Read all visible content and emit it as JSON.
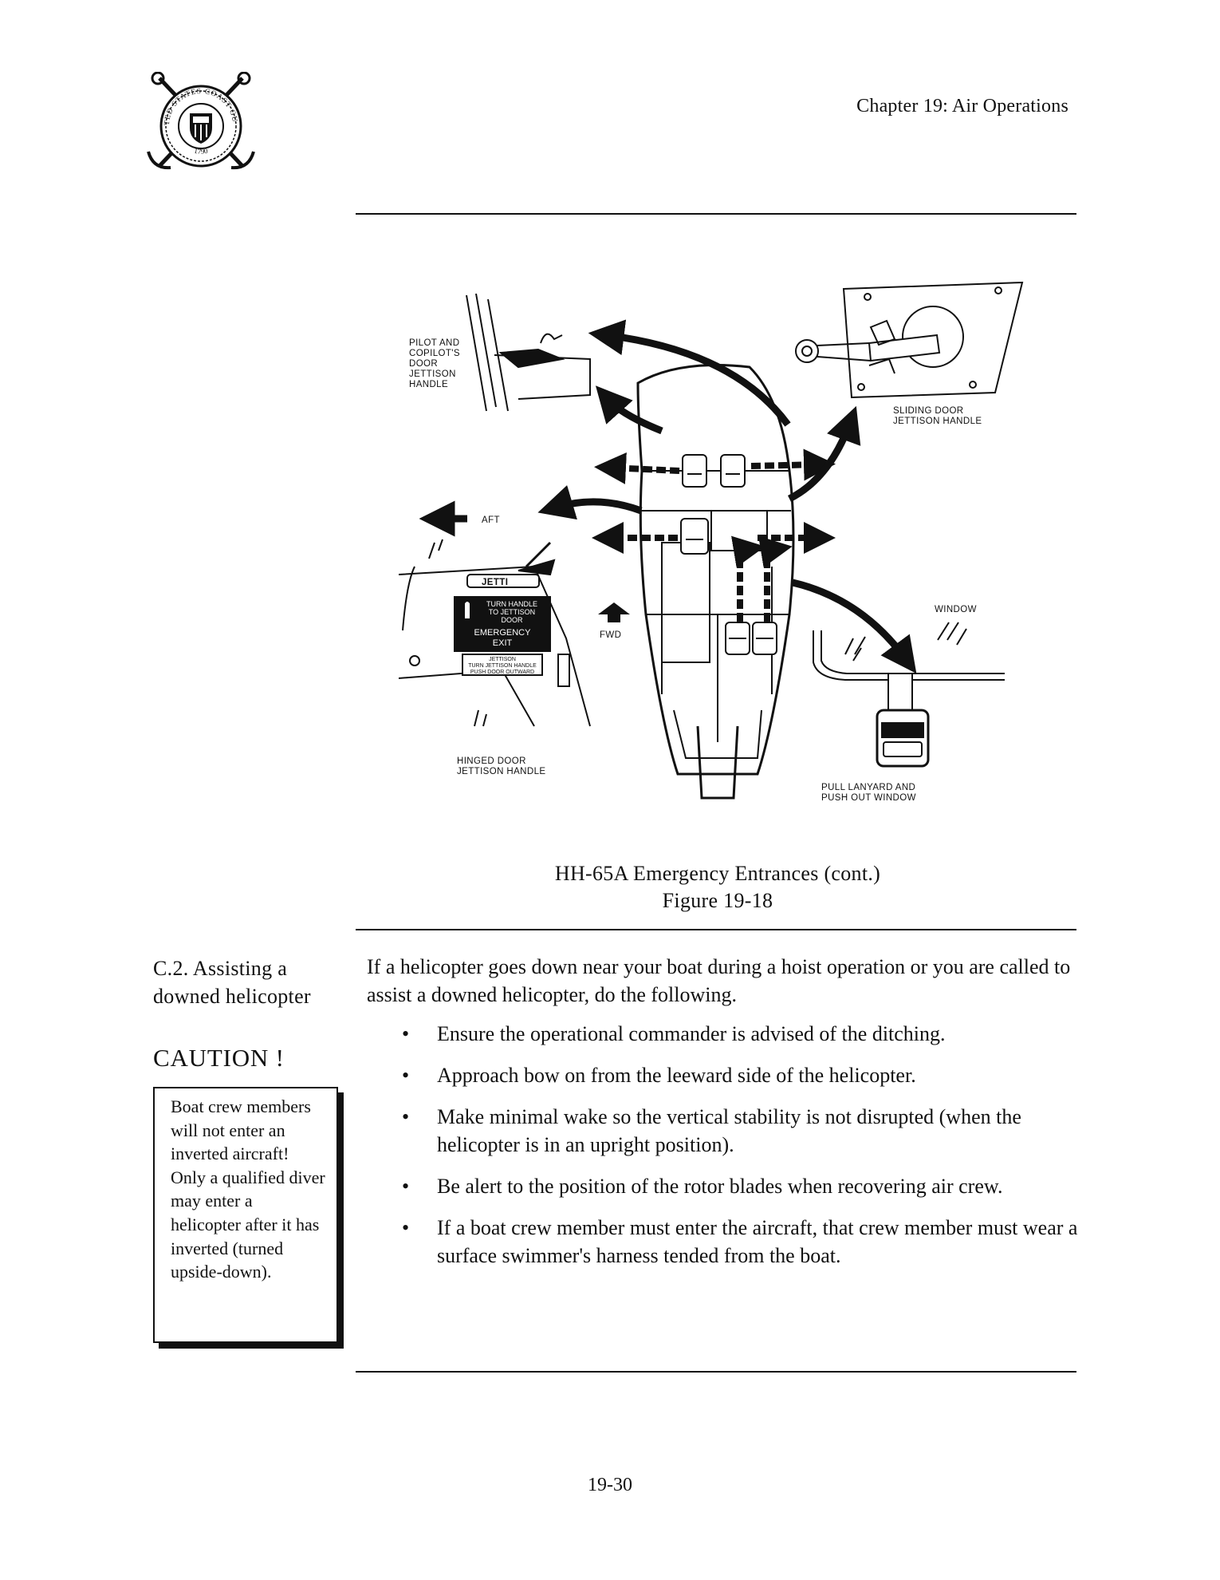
{
  "header": {
    "chapter": "Chapter 19:  Air Operations",
    "seal": {
      "icon": "coast-guard-seal-icon",
      "text_top": "UNITED STATES COAST GUARD",
      "text_bottom": "1790"
    }
  },
  "figure": {
    "labels": {
      "pilot_line1": "PILOT AND",
      "pilot_line2": "COPILOT'S",
      "pilot_line3": "DOOR",
      "pilot_line4": "JETTISON",
      "pilot_line5": "HANDLE",
      "sliding_line1": "SLIDING DOOR",
      "sliding_line2": "JETTISON HANDLE",
      "aft": "AFT",
      "fwd": "FWD",
      "window": "WINDOW",
      "hinged_line1": "HINGED DOOR",
      "hinged_line2": "JETTISON HANDLE",
      "pull_line1": "PULL LANYARD AND",
      "pull_line2": "PUSH OUT WINDOW",
      "jett": "JETTI",
      "sign_line1": "TURN HANDLE",
      "sign_line2": "TO JETTISON",
      "sign_line3": "DOOR",
      "sign_line4": "EMERGENCY",
      "sign_line5": "EXIT",
      "placard_line1": "JETTISON",
      "placard_line2": "TURN JETTISON HANDLE",
      "placard_line3": "PUSH DOOR OUTWARD"
    },
    "caption_line1": "HH-65A Emergency Entrances (cont.)",
    "caption_line2": "Figure 19-18"
  },
  "side": {
    "heading_line1": "C.2.  Assisting a",
    "heading_line2": "downed helicopter",
    "caution_title": "CAUTION !",
    "caution_text": "Boat crew members will not enter an inverted aircraft!  Only a qualified diver may enter a helicopter after it has inverted (turned upside-down)."
  },
  "body": {
    "intro": "If a helicopter goes down near your boat during a hoist operation or you are called to assist a downed helicopter, do the following.",
    "bullet_symbol": "•",
    "bullets": [
      "Ensure the operational commander is advised of the ditching.",
      "Approach bow on from the leeward side of the helicopter.",
      "Make minimal wake so the vertical stability is not disrupted (when the helicopter is in an upright position).",
      "Be alert to the position of the rotor blades when recovering air crew.",
      "If a boat crew member must enter the aircraft, that crew member must wear a surface swimmer's harness tended from the boat."
    ]
  },
  "footer": {
    "page_number": "19-30"
  }
}
